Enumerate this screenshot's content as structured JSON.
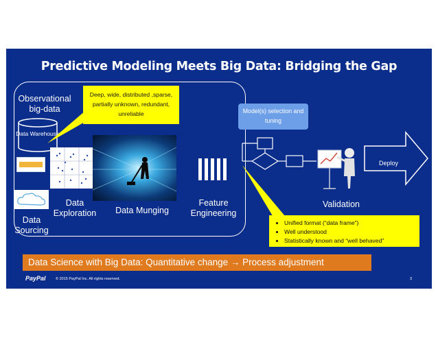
{
  "title": "Predictive Modeling Meets Big Data: Bridging the Gap",
  "observational_label": "Observational big-data",
  "warehouse_label": "Data Warehouse",
  "callout_top": "Deep, wide, distributed ,sparse, partially unknown, redundant, unreliable",
  "model_selection_label": "Model(s) selection and tuning",
  "deploy_label": "Deploy",
  "stage_labels": {
    "sourcing": "Data Sourcing",
    "exploration": "Data Exploration",
    "munging": "Data Munging",
    "feature": "Feature Engineering",
    "validation": "Validation"
  },
  "callout_bottom_items": [
    "Unified format (“data frame”)",
    "Well understood",
    "Statistically known and “well behaved”"
  ],
  "banner_text": "Data Science with Big Data: Quantitative change → Process adjustment",
  "footer": {
    "brand": "PayPal",
    "copyright": "© 2015 PayPal Inc. All rights reserved.",
    "page_number": "3"
  },
  "colors": {
    "slide_bg": "#0b2d8c",
    "callout": "#ffff00",
    "banner": "#e07a1f",
    "model_box": "#6d9ee8"
  },
  "icons": [
    "database-cylinder-icon",
    "cloud-icon",
    "flowchart-icon",
    "presenter-figure-icon",
    "paypal-logo-icon"
  ]
}
